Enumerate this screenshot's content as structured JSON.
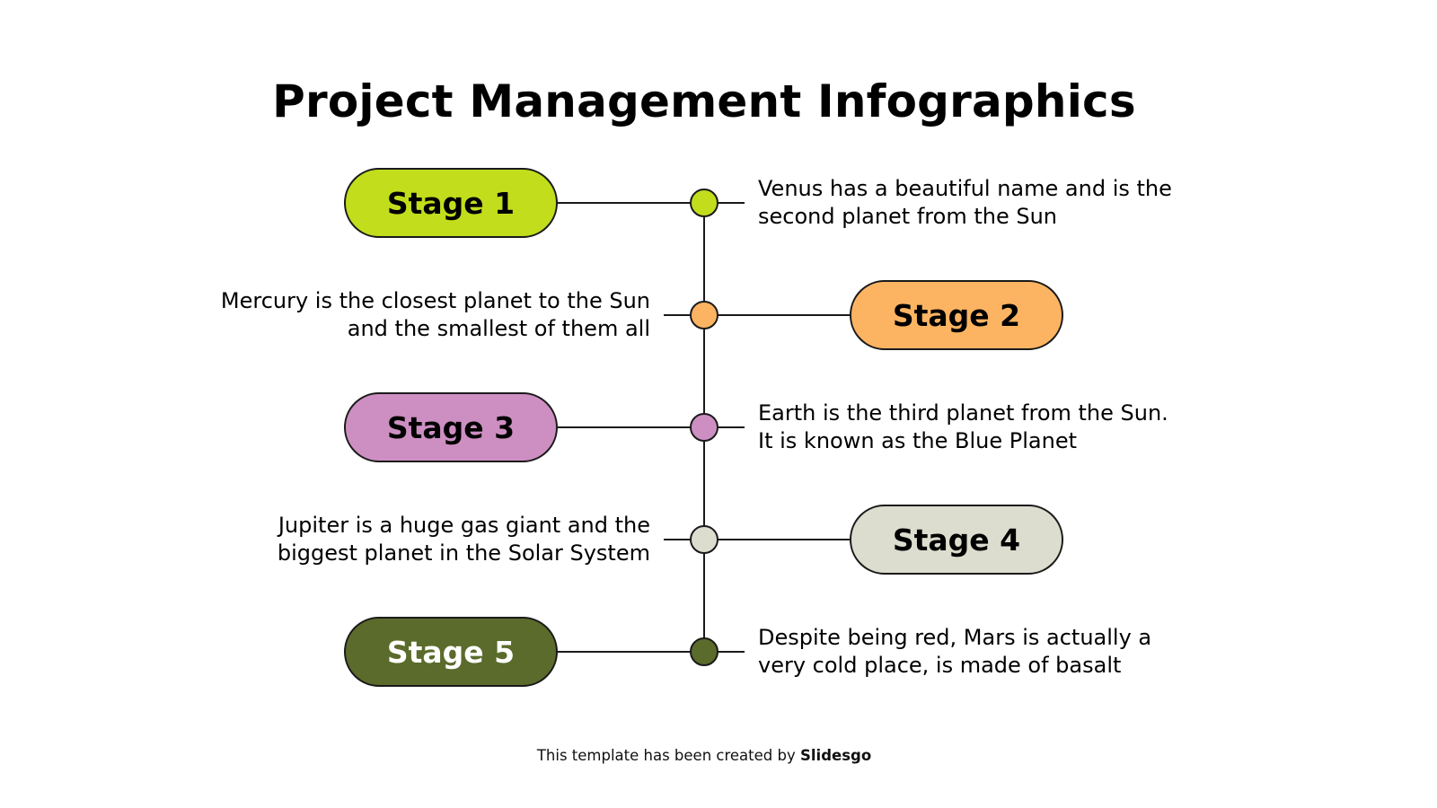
{
  "title": "Project Management Infographics",
  "stages": [
    {
      "label": "Stage 1",
      "side": "left",
      "color": "#c2dd1c",
      "text_color": "#000000",
      "description": "Venus has a beautiful name and is the second planet from the Sun"
    },
    {
      "label": "Stage 2",
      "side": "right",
      "color": "#fdb462",
      "text_color": "#000000",
      "description": "Mercury is the closest planet to the Sun and the smallest of them all"
    },
    {
      "label": "Stage 3",
      "side": "left",
      "color": "#cd8fc2",
      "text_color": "#000000",
      "description": "Earth is the third planet from the Sun. It is known as the Blue Planet"
    },
    {
      "label": "Stage 4",
      "side": "right",
      "color": "#dcdccf",
      "text_color": "#000000",
      "description": "Jupiter is a huge gas giant and the biggest planet in the Solar System"
    },
    {
      "label": "Stage 5",
      "side": "left",
      "color": "#5a6b2b",
      "text_color": "#ffffff",
      "description": "Despite being red, Mars is actually a very cold place, is made of basalt"
    }
  ],
  "footer": {
    "prefix": "This template has been created by ",
    "brand": "Slidesgo"
  }
}
